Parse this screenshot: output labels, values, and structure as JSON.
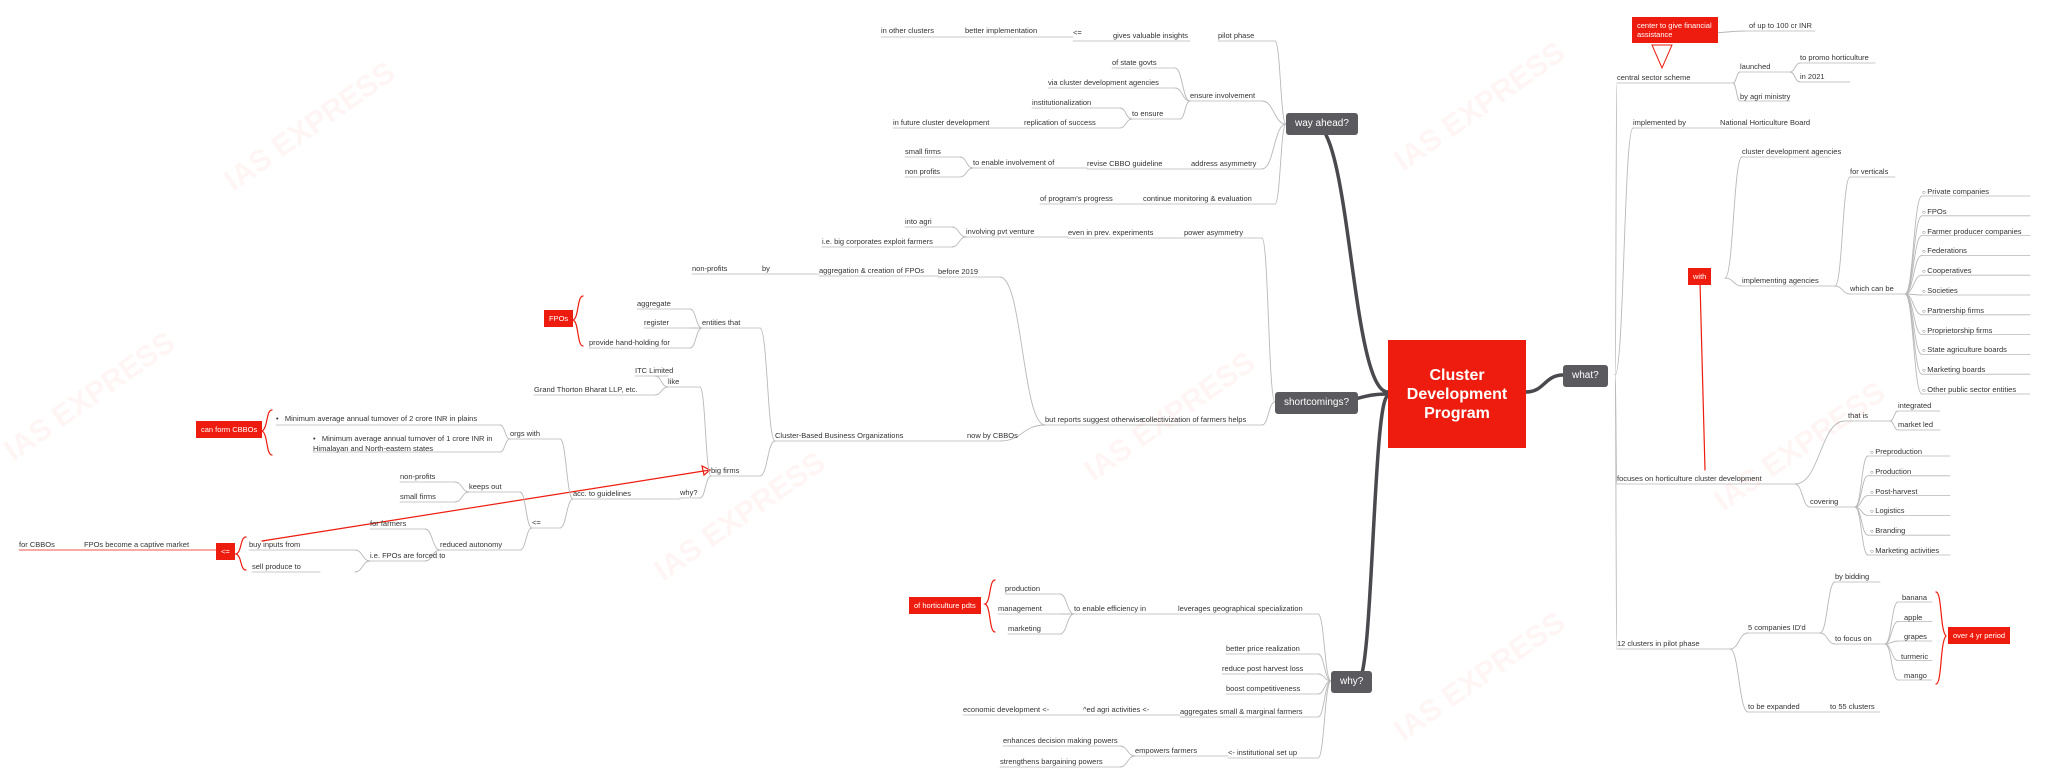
{
  "central": "Cluster Development Program",
  "watermark": "IAS EXPRESS",
  "colors": {
    "accent": "#ee1c0e",
    "topic": "#5b5b5f",
    "branch": "#4a4a4e",
    "line": "#b8b8b8"
  },
  "what": {
    "title": "what?",
    "central_sector_scheme": "central sector scheme",
    "fin_assist_note": "center to give financial assistance",
    "up_to_100cr": "of up to 100 cr INR",
    "launched": "launched",
    "to_promo_horticulture": "to promo horticulture",
    "in_2021": "in 2021",
    "by_agri_ministry": "by agri ministry",
    "implemented_by": "implemented by",
    "nhb": "National Horticulture Board",
    "with": "with",
    "cluster_dev_agencies": "cluster development agencies",
    "implementing_agencies": "implementing agencies",
    "for_verticals": "for verticals",
    "which_can_be": "which can be",
    "agency_types": [
      "Private companies",
      "FPOs",
      "Farmer producer companies",
      "Federations",
      "Cooperatives",
      "Societies",
      "Partnership firms",
      "Proprietorship firms",
      "State agriculture boards",
      "Marketing boards",
      "Other public sector entities"
    ],
    "focuses_on": "focuses on horticulture cluster development",
    "that_is": "that is",
    "integrated": "integrated",
    "market_led": "market led",
    "covering": "covering",
    "covering_items": [
      "Preproduction",
      "Production",
      "Post-harvest",
      "Logistics",
      "Branding",
      "Marketing activities"
    ],
    "twelve_clusters": "12 clusters in pilot phase",
    "five_companies": "5 companies ID'd",
    "by_bidding": "by bidding",
    "to_focus_on": "to focus on",
    "crops": [
      "banana",
      "apple",
      "grapes",
      "turmeric",
      "mango"
    ],
    "over_yr_period": "over 4 yr period",
    "to_be_expanded": "to be expanded",
    "to_55_clusters": "to 55 clusters"
  },
  "way_ahead": {
    "title": "way ahead?",
    "pilot_phase": "pilot phase",
    "gives_valuable_insights": "gives valuable insights",
    "arrow": "<=",
    "better_implementation": "better implementation",
    "in_other_clusters": "in other clusters",
    "ensure_involvement": "ensure involvement",
    "of_state_govts": "of state govts",
    "via_cluster_dev_agencies": "via cluster development agencies",
    "to_ensure": "to ensure",
    "institutionalization": "institutionalization",
    "replication_of_success": "replication of success",
    "in_future_cluster_development": "in future cluster development",
    "address_asymmetry": "address asymmetry",
    "revise_cbbo_guideline": "revise CBBO guideline",
    "to_enable_involvement_of": "to enable involvement of",
    "small_firms": "small firms",
    "non_profits": "non profits",
    "continue_monitoring": "continue monitoring & evaluation",
    "of_programs_progress": "of program's progress"
  },
  "shortcomings": {
    "title": "shortcomings?",
    "power_asymmetry": "power asymmetry",
    "even_in_prev_experiments": "even in prev. experiments",
    "involving_pvt_venture": "involving pvt venture",
    "into_agri": "into agri",
    "big_corporates": "i.e. big corporates exploit farmers",
    "collectivization": "collectivization of farmers helps",
    "but_reports": "but reports suggest otherwise",
    "before_2019": "before 2019",
    "aggregation": "aggregation & creation of FPOs",
    "by": "by",
    "non_profits": "non-profits",
    "now_by_cbbos": "now by CBBOs",
    "cbbo_full": "Cluster-Based Business Organizations",
    "entities_that": "entities that",
    "fpos_tag": "FPOs",
    "aggregate": "aggregate",
    "register": "register",
    "provide_hand_holding": "provide hand-holding for",
    "big_firms": "big firms",
    "like": "like",
    "itc": "ITC Limited",
    "grant_thornton": "Grand Thorton Bharat LLP, etc.",
    "why": "why?",
    "acc_to_guidelines": "acc. to guidelines",
    "orgs_with": "orgs with",
    "can_form_cbbos": "can form CBBOs",
    "turnover_plains": "Minimum average annual turnover of 2 crore INR in plains",
    "turnover_himalayan": "Minimum average annual turnover of 1 crore INR in Himalayan and North-eastern states",
    "arrow": "<=",
    "keeps_out": "keeps out",
    "non_profits2": "non-profits",
    "small_firms": "small firms",
    "reduced_autonomy": "reduced autonomy",
    "for_farmers": "for farmers",
    "fpos_forced": "i.e. FPOs are forced to",
    "buy_inputs_from": "buy inputs from",
    "sell_produce_to": "sell produce to",
    "arrow_red": "<=",
    "captive_market": "FPOs become a captive market",
    "for_cbbos": "for CBBOs"
  },
  "why_section": {
    "title": "why?",
    "leverages": "leverages geographical specialization",
    "to_enable_efficiency": "to enable efficiency in",
    "of_horticulture_pdts": "of horticulture pdts",
    "production": "production",
    "management": "management",
    "marketing": "marketing",
    "better_price": "better price realization",
    "reduce_loss": "reduce post harvest loss",
    "boost_comp": "boost competitiveness",
    "aggregates": "aggregates small & marginal farmers",
    "ed_agri": "^ed agri activities <-",
    "econ_dev": "economic development <-",
    "institutional": "<- institutional set up",
    "empowers": "empowers farmers",
    "decision": "enhances decision making powers",
    "bargaining": "strengthens bargaining powers"
  }
}
